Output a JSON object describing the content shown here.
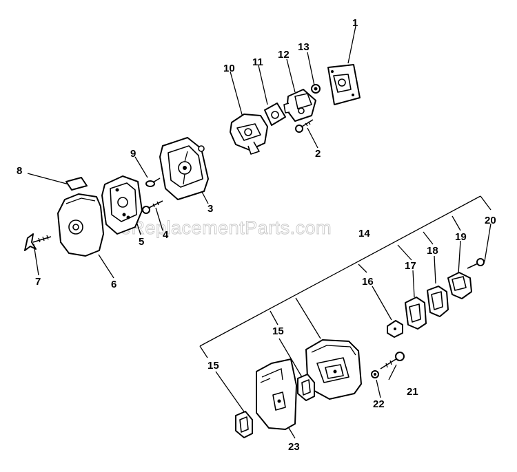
{
  "watermark": "eReplacementParts.com",
  "callouts": {
    "c1": "1",
    "c2": "2",
    "c3": "3",
    "c4": "4",
    "c5": "5",
    "c6": "6",
    "c7": "7",
    "c8": "8",
    "c9": "9",
    "c10": "10",
    "c11": "11",
    "c12": "12",
    "c13": "13",
    "c14": "14",
    "c15a": "15",
    "c15b": "15",
    "c16": "16",
    "c17": "17",
    "c18": "18",
    "c19": "19",
    "c20": "20",
    "c21": "21",
    "c22": "22",
    "c23": "23"
  }
}
